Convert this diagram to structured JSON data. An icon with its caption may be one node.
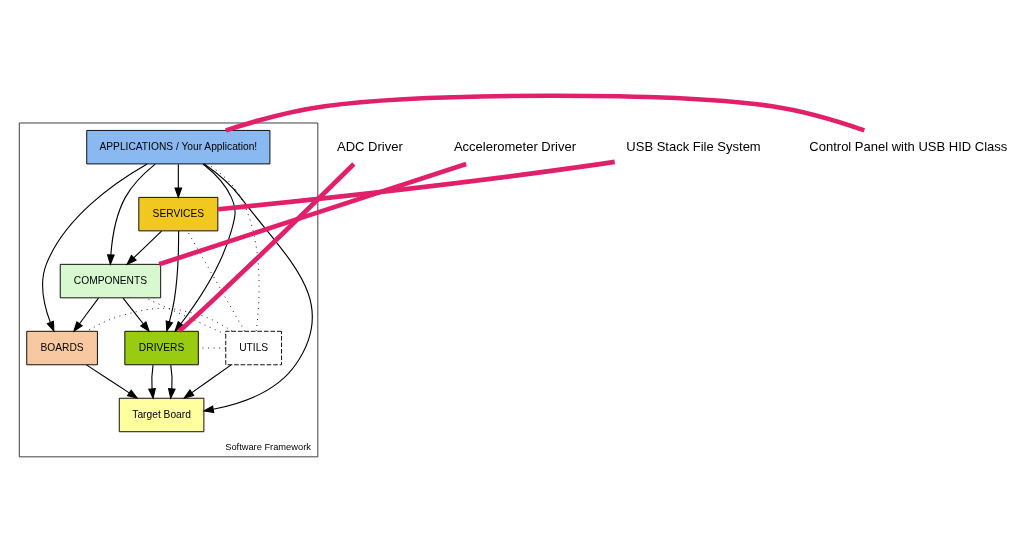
{
  "diagram": {
    "nodes": [
      {
        "text": [
          "Software Framework"
        ]
      },
      {
        "text": [
          "APPLICATIONS / Your Application!"
        ],
        "in": 0
      },
      {
        "text": [
          "SERVICES"
        ],
        "in": 0
      },
      {
        "text": [
          "COMPONENTS"
        ],
        "in": 0
      },
      {
        "text": [
          "UTILS"
        ],
        "in": 0
      },
      {
        "text": [
          "BOARDS"
        ],
        "in": 0
      },
      {
        "text": [
          "DRIVERS"
        ],
        "in": 0
      },
      {
        "text": [
          "Target Board"
        ],
        "in": 0
      },
      {
        "text": [
          "Control Panel with USB HID Class"
        ]
      },
      {
        "text": [
          "USB Stack File System"
        ]
      },
      {
        "text": [
          "Accelerometer Driver"
        ]
      },
      {
        "text": [
          "ADC Driver"
        ]
      }
    ],
    "edges": [
      {
        "from": 1,
        "to": 2,
        "arrow": "to"
      },
      {
        "from": 1,
        "to": 3,
        "arrow": "to"
      },
      {
        "from": 1,
        "to": 5,
        "arrow": "to"
      },
      {
        "from": 1,
        "to": 6,
        "arrow": "to"
      },
      {
        "from": 1,
        "to": 7,
        "arrow": "to"
      },
      {
        "from": 2,
        "to": 3,
        "arrow": "to"
      },
      {
        "from": 2,
        "to": 6,
        "arrow": "to"
      },
      {
        "from": 3,
        "to": 5,
        "arrow": "to"
      },
      {
        "from": 3,
        "to": 6,
        "arrow": "to"
      },
      {
        "from": 4,
        "to": 7,
        "arrow": "to"
      },
      {
        "from": 5,
        "to": 7,
        "arrow": "to"
      },
      {
        "from": 6,
        "to": 7,
        "arrow": "to"
      },
      {
        "from": 6,
        "to": 7,
        "arrow": "to"
      },
      {
        "from": 4,
        "to": 1,
        "arrow": "none",
        "style": "dashed"
      },
      {
        "from": 4,
        "to": 2,
        "arrow": "none",
        "style": "dashed"
      },
      {
        "from": 4,
        "to": 3,
        "arrow": "none",
        "style": "dashed"
      },
      {
        "from": 4,
        "to": 5,
        "arrow": "none",
        "style": "dashed"
      },
      {
        "from": 4,
        "to": 6,
        "arrow": "none",
        "style": "dashed"
      },
      {
        "from": 8,
        "to": 1,
        "arrow": "none",
        "style": "thick",
        "color": "#e0206a"
      },
      {
        "from": 9,
        "to": 2,
        "arrow": "none",
        "style": "thick",
        "color": "#e0206a"
      },
      {
        "from": 10,
        "to": 3,
        "arrow": "none",
        "style": "thick",
        "color": "#e0206a"
      },
      {
        "from": 11,
        "to": 6,
        "arrow": "none",
        "style": "thick",
        "color": "#e0206a"
      }
    ]
  }
}
